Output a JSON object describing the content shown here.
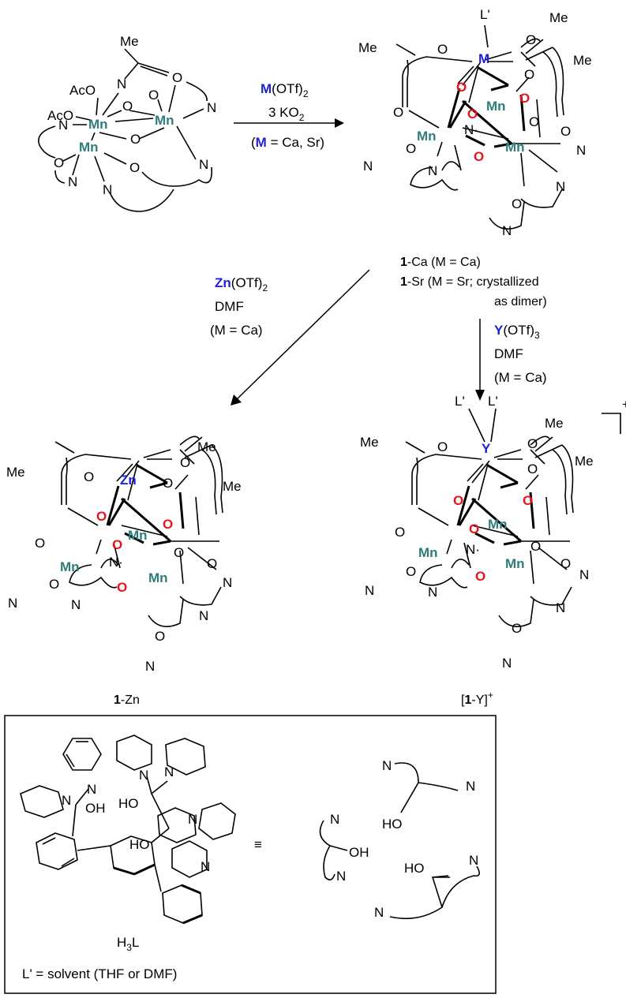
{
  "reaction1": {
    "reagent_metal": "M",
    "reagent_rest": "(OTf)",
    "reagent_sub": "2",
    "oxidant": "3 KO",
    "oxidant_sub": "2",
    "cond_open": "(",
    "cond_metal": "M",
    "cond_rest": " = Ca, Sr)"
  },
  "reaction2": {
    "reagent_metal": "Zn",
    "reagent_rest": "(OTf)",
    "reagent_sub": "2",
    "solvent": "DMF",
    "condition": "(M = Ca)"
  },
  "reaction3": {
    "reagent_metal": "Y",
    "reagent_rest": "(OTf)",
    "reagent_sub": "3",
    "solvent": "DMF",
    "condition": "(M = Ca)"
  },
  "product_labels": {
    "ca_bold": "1",
    "ca_rest": "-Ca (M = Ca)",
    "sr_bold": "1",
    "sr_rest": "-Sr  (M = Sr; crystallized",
    "sr_line2": "as dimer)",
    "zn_bold": "1",
    "zn_rest": "-Zn",
    "y_open": "[",
    "y_bold": "1",
    "y_rest": "-Y]",
    "y_charge": "+",
    "y_bracket_charge": "+"
  },
  "atoms": {
    "mn": "Mn",
    "o": "O",
    "n": "N",
    "n_dot": "N·",
    "me": "Me",
    "aco": "AcO",
    "l_prime": "L'",
    "m": "M",
    "zn": "Zn",
    "y": "Y",
    "ho": "HO",
    "oh": "OH"
  },
  "ligand_box": {
    "name": "H",
    "name_sub": "3",
    "name_end": "L",
    "equiv": "≡",
    "footnote": "L' = solvent (THF or DMF)"
  }
}
